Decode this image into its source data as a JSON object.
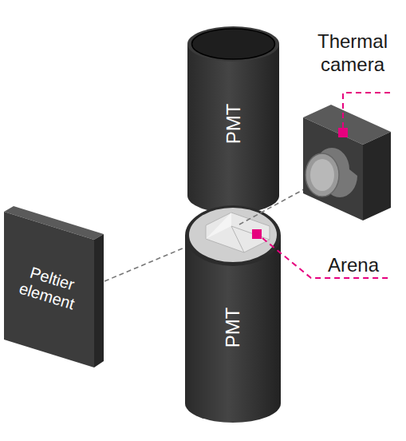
{
  "diagram": {
    "nodes": [
      {
        "text": [
          "PMT"
        ]
      },
      {
        "text": [
          "Peltier element"
        ]
      },
      {
        "text": [
          "PMT"
        ]
      }
    ],
    "labels": [
      "Thermal camera",
      "Arena"
    ]
  }
}
